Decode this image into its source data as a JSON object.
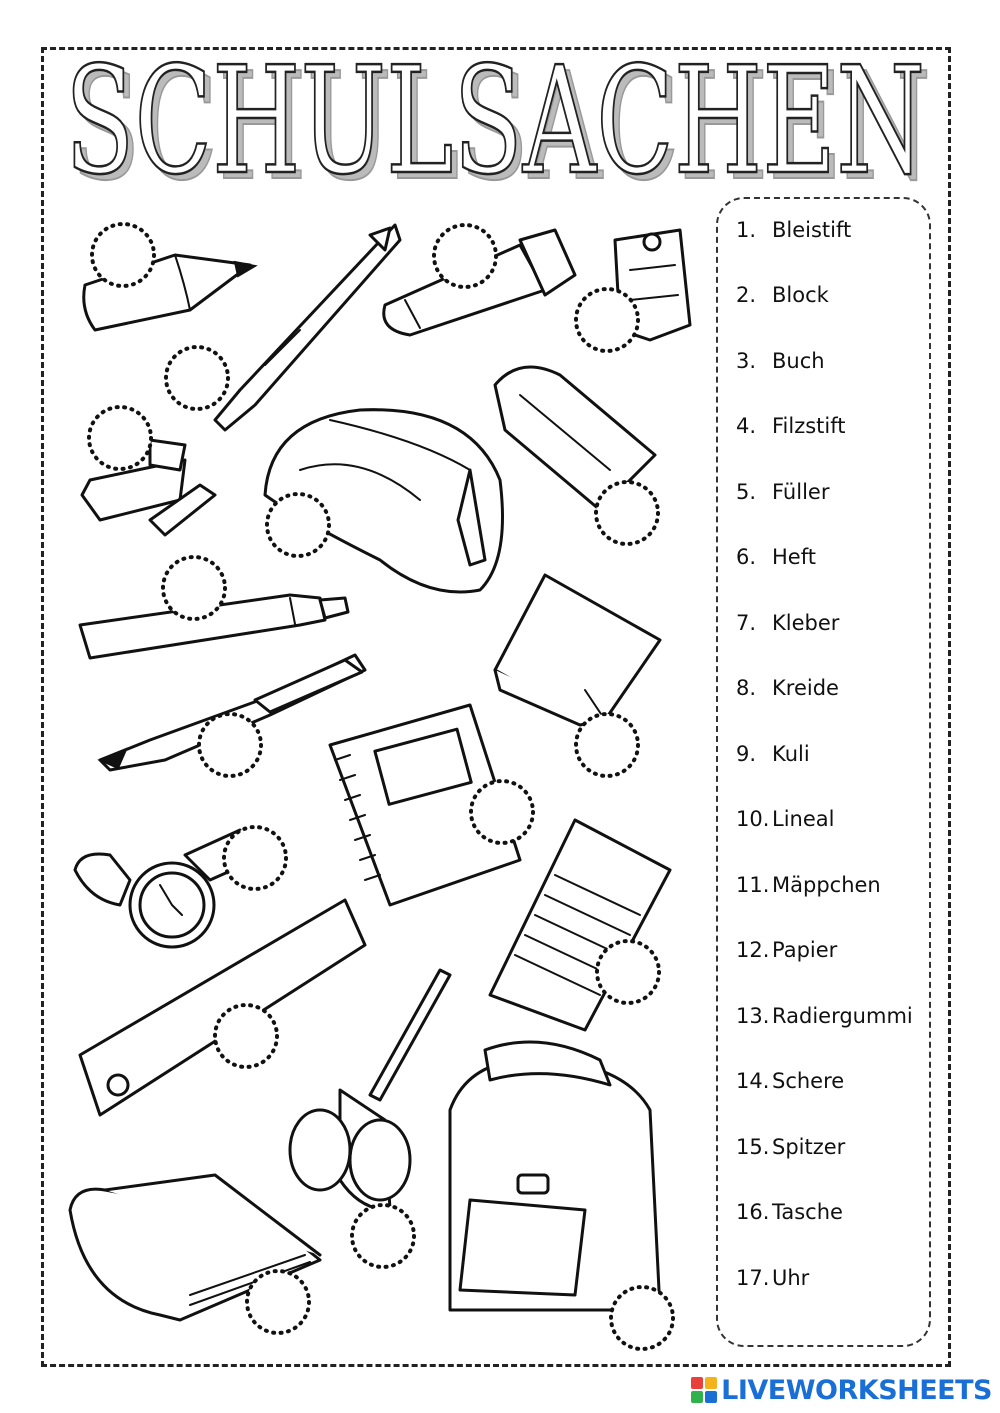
{
  "title": "SCHULSACHEN",
  "words": [
    {
      "num": "1.",
      "label": "Bleistift"
    },
    {
      "num": "2.",
      "label": "Block"
    },
    {
      "num": "3.",
      "label": "Buch"
    },
    {
      "num": "4.",
      "label": "Filzstift"
    },
    {
      "num": "5.",
      "label": "Füller"
    },
    {
      "num": "6.",
      "label": "Heft"
    },
    {
      "num": "7.",
      "label": "Kleber"
    },
    {
      "num": "8.",
      "label": "Kreide"
    },
    {
      "num": "9.",
      "label": "Kuli"
    },
    {
      "num": "10.",
      "label": "Lineal"
    },
    {
      "num": "11.",
      "label": "Mäppchen"
    },
    {
      "num": "12.",
      "label": "Papier"
    },
    {
      "num": "13.",
      "label": "Radiergummi"
    },
    {
      "num": "14.",
      "label": "Schere"
    },
    {
      "num": "15.",
      "label": "Spitzer"
    },
    {
      "num": "16.",
      "label": "Tasche"
    },
    {
      "num": "17.",
      "label": "Uhr"
    }
  ],
  "footer": {
    "brand": "LIVEWORKSHEETS",
    "logo_colors": [
      "#e8403a",
      "#f5b21b",
      "#2fb24c",
      "#1a6fd6"
    ]
  }
}
